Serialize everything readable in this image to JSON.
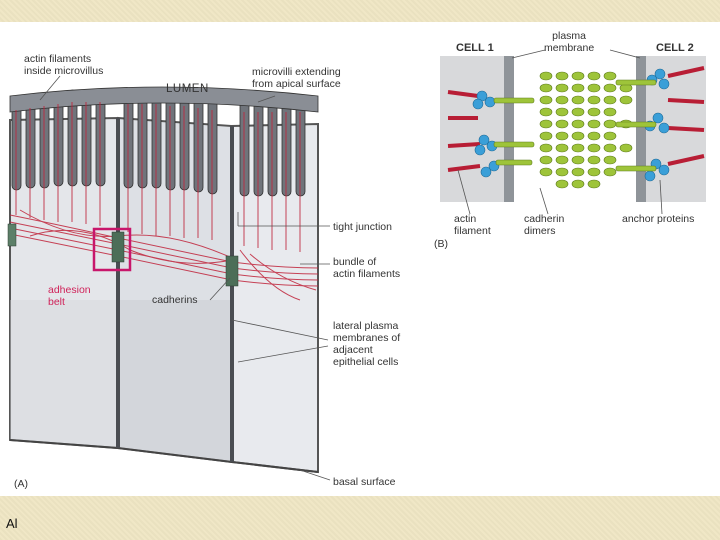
{
  "panel_a": {
    "label_actin_inside": "actin filaments\ninside microvillus",
    "label_lumen": "LUMEN",
    "label_microvilli": "microvilli extending\nfrom apical surface",
    "label_tight_junction": "tight junction",
    "label_bundle": "bundle of\nactin filaments",
    "label_adhesion_belt": "adhesion\nbelt",
    "label_cadherins": "cadherins",
    "label_lateral": "lateral plasma\nmembranes of\nadjacent\nepithelial cells",
    "label_basal": "basal surface",
    "label_tag": "(A)"
  },
  "panel_b": {
    "label_cell1": "CELL 1",
    "label_cell2": "CELL 2",
    "label_plasma": "plasma\nmembrane",
    "label_actin": "actin\nfilament",
    "label_cadherin_dimers": "cadherin\ndimers",
    "label_anchor": "anchor proteins",
    "label_tag": "(B)"
  },
  "footer": {
    "text": "Al"
  },
  "colors": {
    "actin": "#c0243b",
    "cadherin": "#9ec43a",
    "anchor": "#3a9fd8",
    "highlight": "#c8166b",
    "membrane": "#555"
  }
}
